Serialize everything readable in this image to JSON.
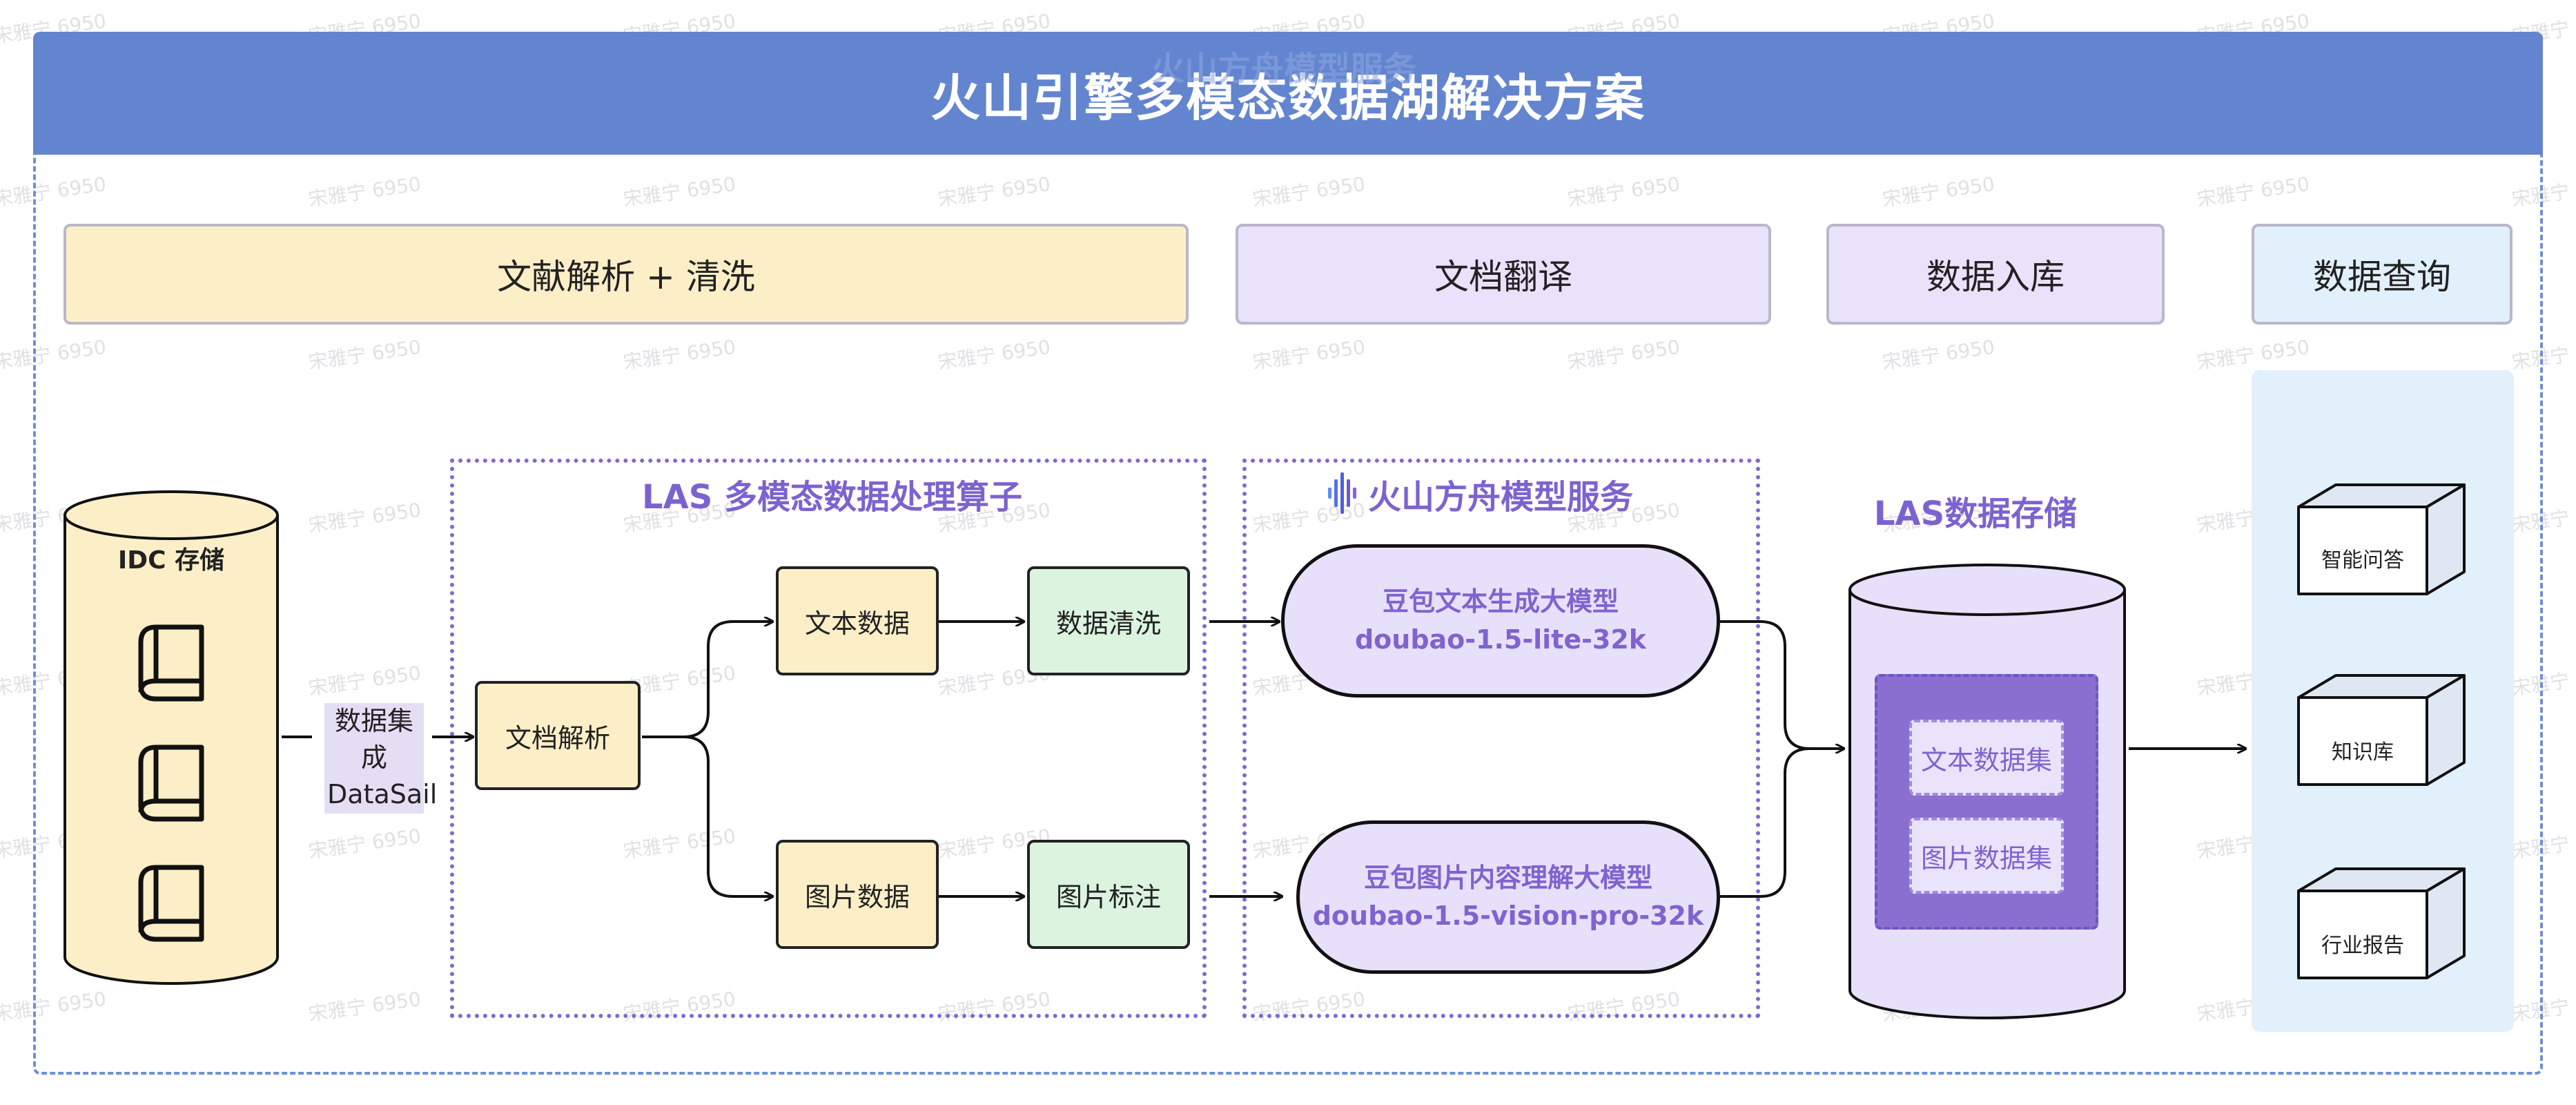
{
  "title": "火山引擎多模态数据湖解决方案",
  "faded_header_text": "火山方舟模型服务",
  "watermark": "宋雅宁 6950",
  "section_headers": [
    "文献解析 + 清洗",
    "文档翻译",
    "数据入库",
    "数据查询"
  ],
  "idc": {
    "label": "IDC 存储",
    "icons": [
      "book-icon",
      "book-icon",
      "book-icon"
    ]
  },
  "integration": {
    "line1": "数据集成",
    "line2": "DataSail"
  },
  "las_ops": {
    "title": "LAS 多模态数据处理算子",
    "parse_node": "文档解析",
    "text_data": "文本数据",
    "image_data": "图片数据",
    "clean_node": "数据清洗",
    "label_node": "图片标注"
  },
  "ark": {
    "title": "火山方舟模型服务",
    "logo_icon": "sound-wave-icon",
    "text_model": {
      "name": "豆包文本生成大模型",
      "id": "doubao-1.5-lite-32k"
    },
    "vision_model": {
      "name": "豆包图片内容理解大模型",
      "id": "doubao-1.5-vision-pro-32k"
    }
  },
  "las_storage": {
    "title": "LAS数据存储",
    "text_set": "文本数据集",
    "image_set": "图片数据集"
  },
  "query_targets": [
    "智能问答",
    "知识库",
    "行业报告"
  ],
  "colors": {
    "title_bar": "#6385d0",
    "accent_purple": "#7b63cf",
    "storage_inner": "#8b6fd0",
    "query_panel": "#e1f0fb",
    "cylinder_yellow": "#fcefc8",
    "cylinder_purple": "#e7e0fb"
  }
}
